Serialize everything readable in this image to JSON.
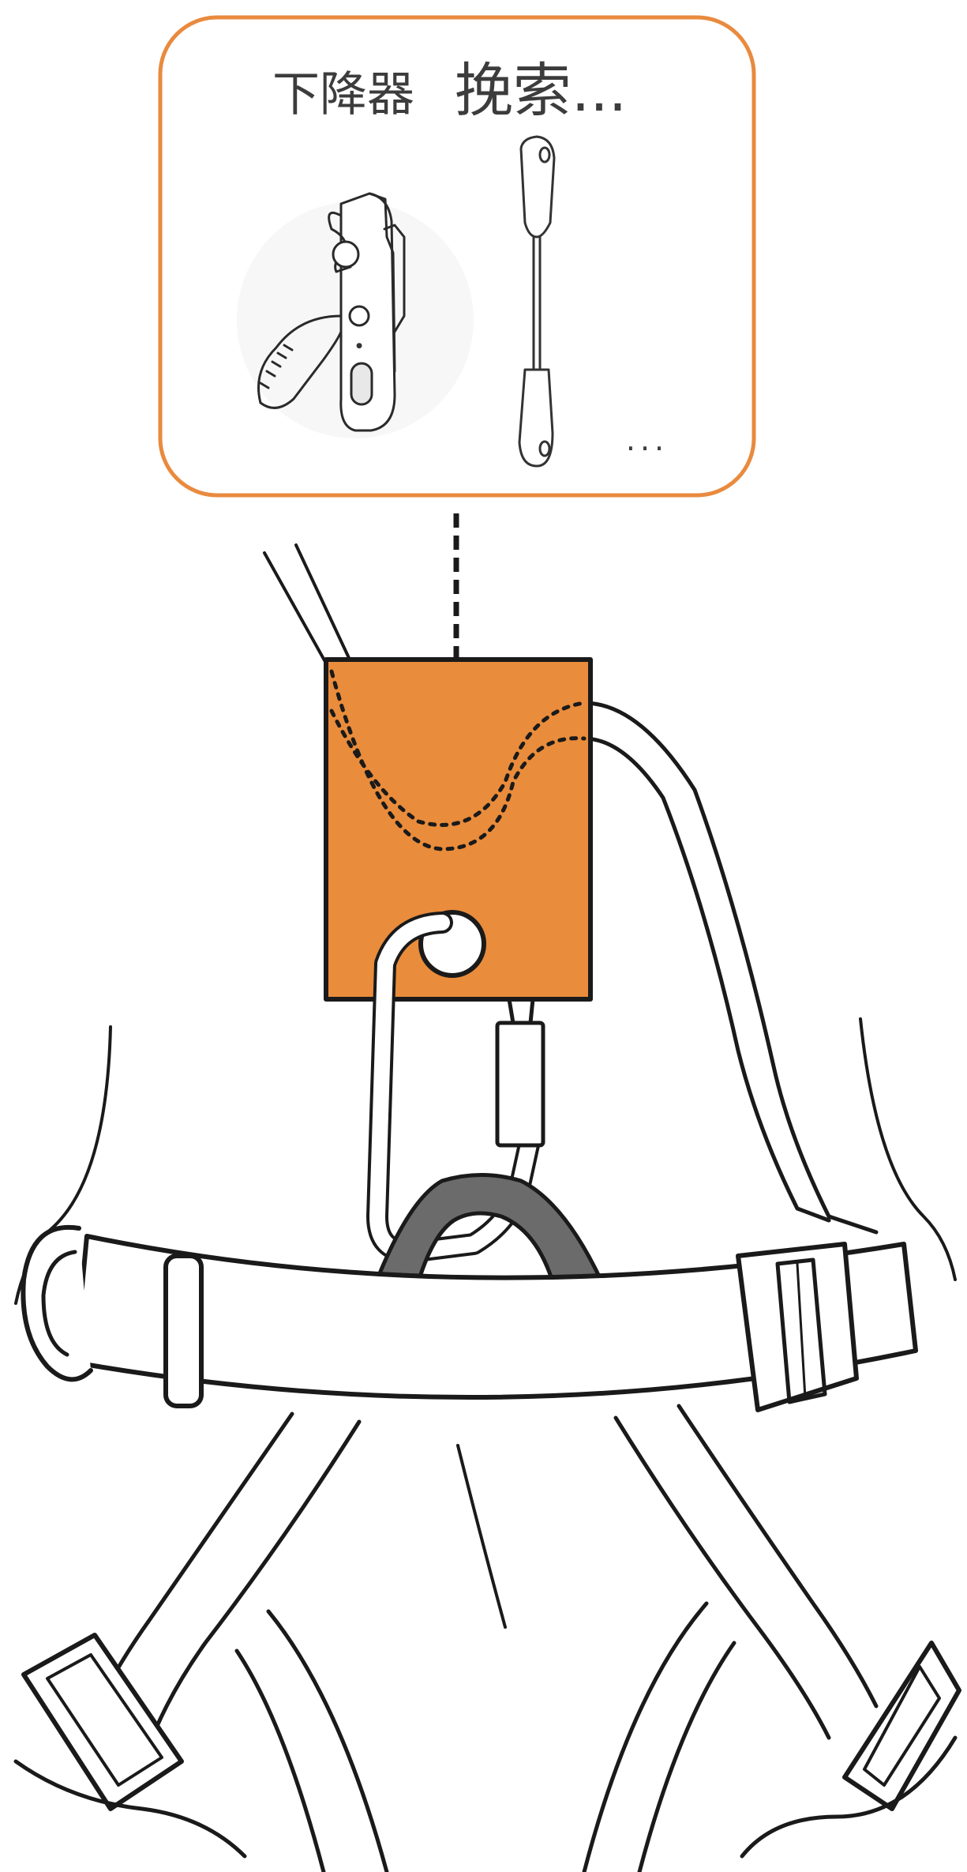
{
  "callout": {
    "label_left": "下降器",
    "label_right": "挽索...",
    "more_mark": "...",
    "border_color": "#E98A3E"
  },
  "harness": {
    "patch_color": "#E98C3B",
    "strap_color": "#6b6b6b",
    "line_color": "#1a1a1a"
  },
  "icons": [
    "descender-device-icon",
    "lanyard-icon",
    "dorsal-attachment-patch",
    "carabiner-icon",
    "waist-belt",
    "leg-straps"
  ]
}
